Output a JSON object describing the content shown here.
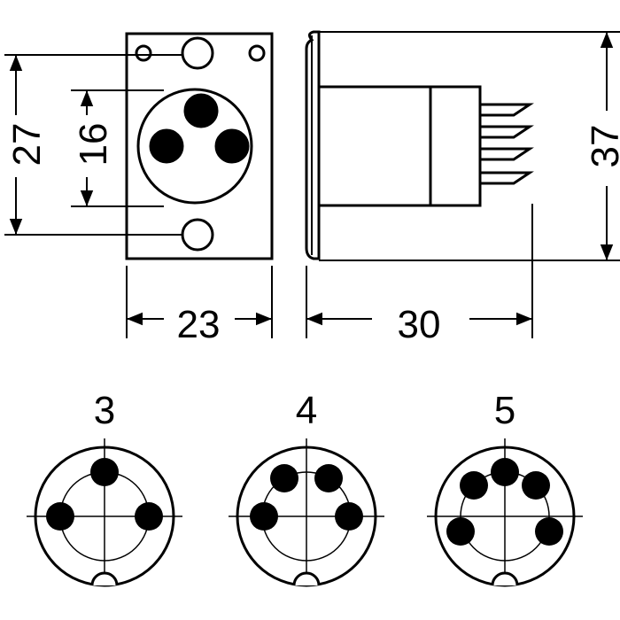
{
  "dimensions": {
    "height_outer": "27",
    "height_inner": "16",
    "width_front": "23",
    "depth_side": "30",
    "height_side": "37"
  },
  "pin_variants": [
    {
      "label": "3"
    },
    {
      "label": "4"
    },
    {
      "label": "5"
    }
  ],
  "colors": {
    "line": "#000000",
    "background": "#ffffff"
  }
}
